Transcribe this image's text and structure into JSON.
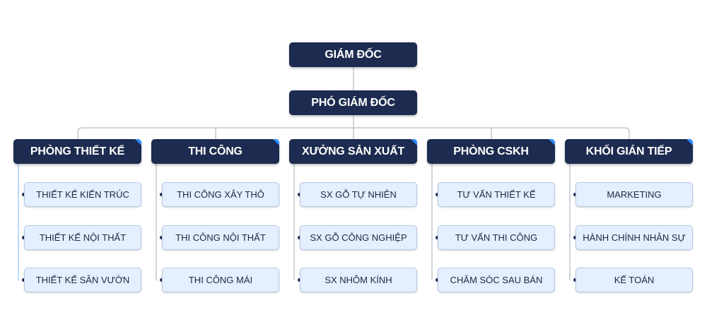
{
  "colors": {
    "node_dark": "#1c2b4f",
    "accent_corner": "#2c8cff",
    "item_fill": "#e4efff",
    "connector": "#b8bfc8"
  },
  "director": "GIÁM ĐỐC",
  "deputy": "PHÓ GIÁM ĐỐC",
  "departments": [
    {
      "title": "PHÒNG THIẾT KẾ",
      "items": [
        "THIẾT KẾ KIẾN TRÚC",
        "THIẾT KẾ NỘI THẤT",
        "THIẾT KẾ SÂN VƯỜN"
      ]
    },
    {
      "title": "THI CÔNG",
      "items": [
        "THI CÔNG XÂY THÔ",
        "THI CÔNG NỘI THẤT",
        "THI CÔNG MÁI"
      ]
    },
    {
      "title": "XƯỞNG SẢN XUẤT",
      "items": [
        "SX GỖ TỰ NHIÊN",
        "SX GỖ CÔNG NGHIỆP",
        "SX NHÔM KÍNH"
      ]
    },
    {
      "title": "PHÒNG CSKH",
      "items": [
        "TƯ VẤN THIẾT KẾ",
        "TƯ VẤN THI CÔNG",
        "CHĂM SÓC SAU BÁN"
      ]
    },
    {
      "title": "KHỐI GIÁN TIẾP",
      "items": [
        "MARKETING",
        "HÀNH CHÍNH NHÂN SỰ",
        "KẾ TOÁN"
      ]
    }
  ]
}
